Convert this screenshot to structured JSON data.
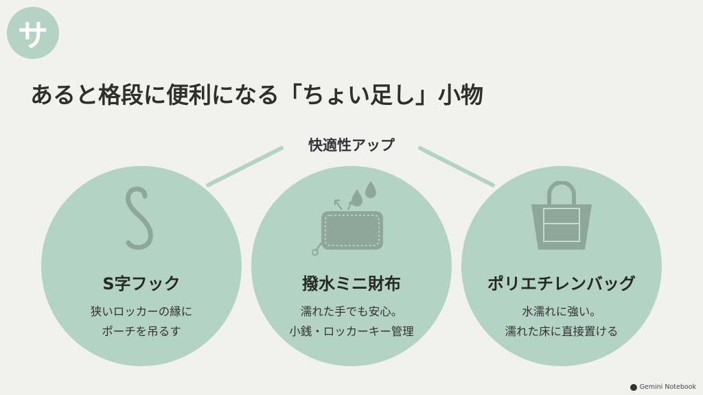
{
  "logo": {
    "char": "サ"
  },
  "title": "あると格段に便利になる「ちょい足し」小物",
  "subheading": "快適性アップ",
  "items": [
    {
      "name": "S字フック",
      "desc": [
        "狭いロッカーの縁に",
        "ポーチを吊るす"
      ],
      "icon": "s-hook-icon"
    },
    {
      "name": "撥水ミニ財布",
      "desc": [
        "濡れた手でも安心。",
        "小銭・ロッカーキー管理"
      ],
      "icon": "water-repellent-wallet-icon"
    },
    {
      "name": "ポリエチレンバッグ",
      "desc": [
        "水濡れに強い。",
        "濡れた床に直接置ける"
      ],
      "icon": "tote-bag-icon"
    }
  ],
  "footer": {
    "brand": "Gemini Notebook"
  },
  "colors": {
    "background": "#f1f2f0",
    "circle": "#b4d3c6",
    "logo": "#b6d2c5",
    "icon": "#8fa69b"
  }
}
